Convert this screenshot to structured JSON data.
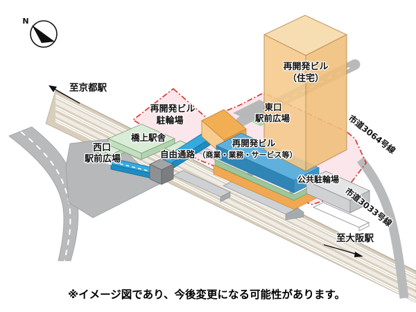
{
  "diagram": {
    "caption": "※イメージ図であり、今後変更になる可能性があります。",
    "compass": {
      "north_label": "N"
    },
    "directions": {
      "to_kyoto": "至京都駅",
      "to_osaka": "至大阪駅"
    },
    "areas": {
      "redev_parking_line1": "再開発ビル",
      "redev_parking_line2": "駐輪場",
      "bridge_station": "橋上駅舎",
      "free_passage": "自由通路",
      "west_plaza_line1": "西口",
      "west_plaza_line2": "駅前広場",
      "east_plaza_line1": "東口",
      "east_plaza_line2": "駅前広場",
      "tower_line1": "再開発ビル",
      "tower_line2": "（住宅）",
      "commercial_line1": "再開発ビル",
      "commercial_line2": "（商業・業務・サービス等）",
      "public_parking": "公共駐輪場"
    },
    "roads": {
      "road_3064": "市道3064号線",
      "road_3033": "市道3033号線"
    },
    "colors": {
      "boundary_red": "#d63a32",
      "district_pink": "#f9d9e1",
      "walkway_blue": "#2fa5da",
      "commercial_blue": "#5fb0dd",
      "residential_orange": "#f5c98b",
      "station_green": "#d9edd6",
      "road_gray": "#b9babc",
      "rail_beige": "#d8cebb"
    }
  }
}
